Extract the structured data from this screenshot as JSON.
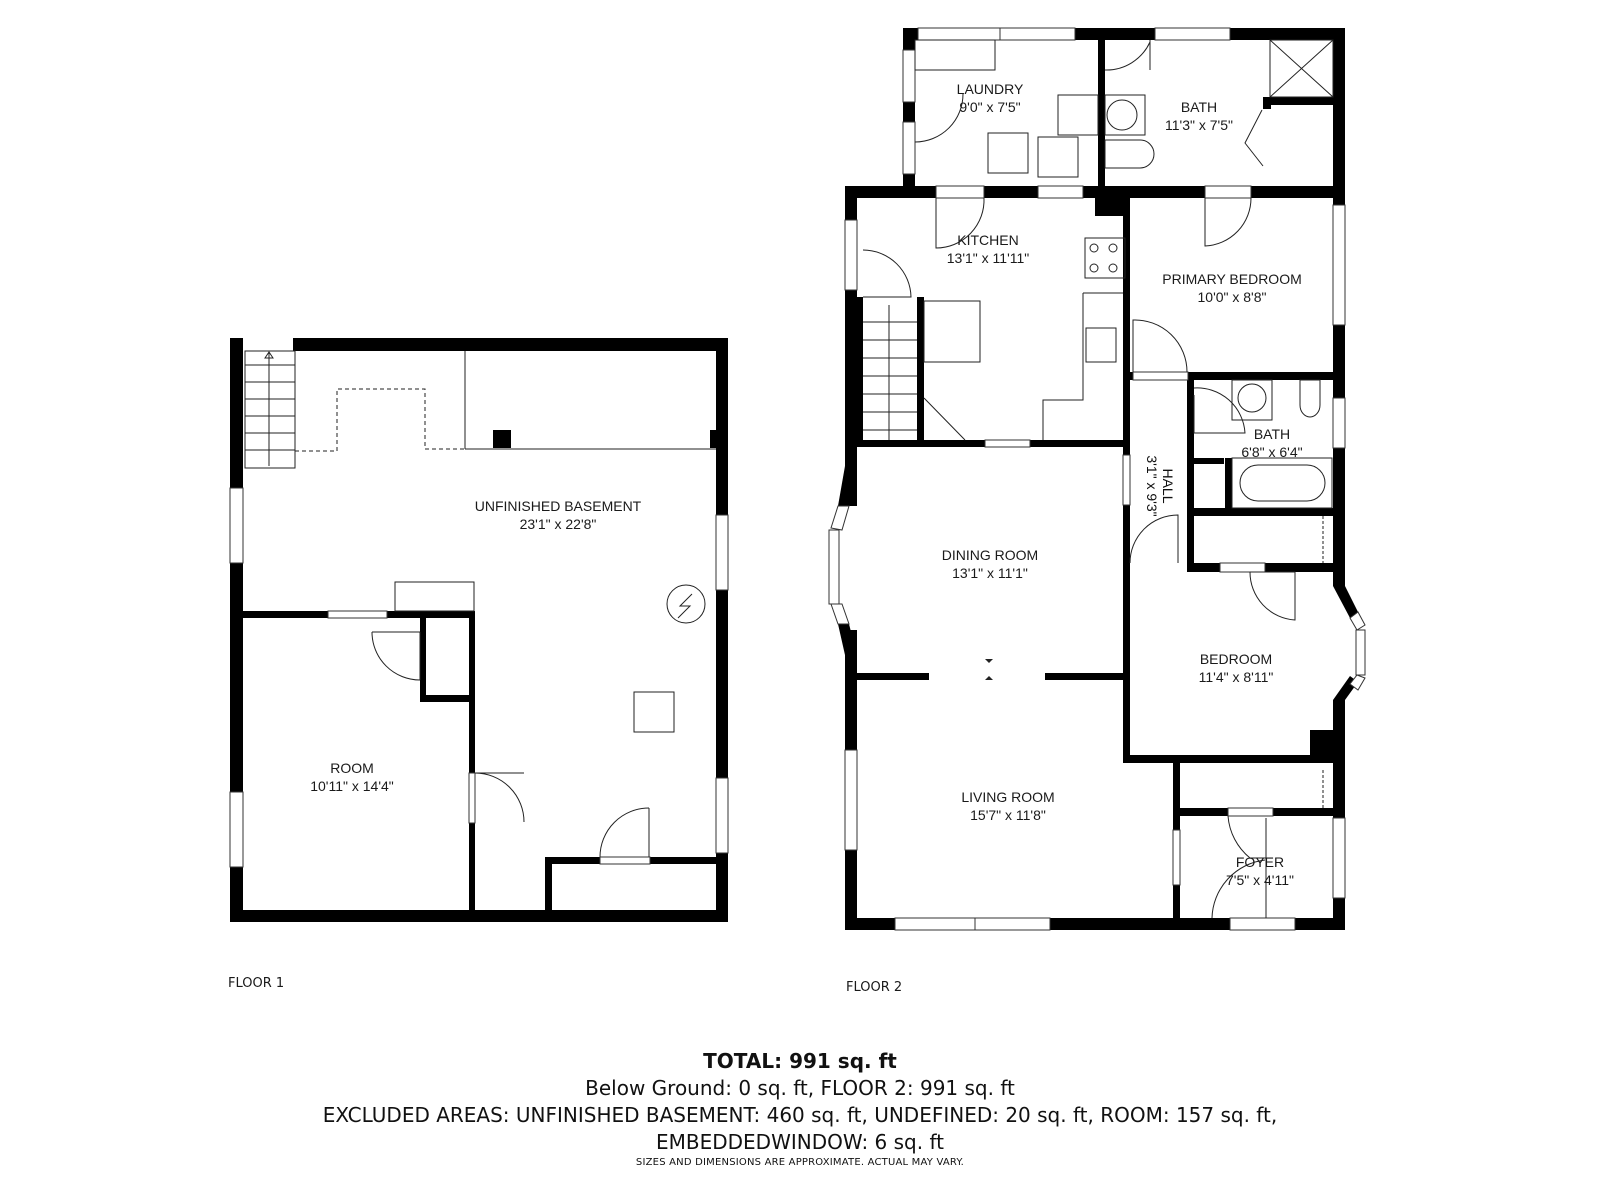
{
  "floors": [
    {
      "label": "FLOOR 1",
      "rooms": [
        {
          "name": "UNFINISHED BASEMENT",
          "dimensions": "23'1\" x 22'8\""
        },
        {
          "name": "ROOM",
          "dimensions": "10'11\" x 14'4\""
        }
      ]
    },
    {
      "label": "FLOOR 2",
      "rooms": [
        {
          "name": "LAUNDRY",
          "dimensions": "9'0\" x 7'5\""
        },
        {
          "name": "BATH",
          "dimensions": "11'3\" x 7'5\""
        },
        {
          "name": "KITCHEN",
          "dimensions": "13'1\" x 11'11\""
        },
        {
          "name": "PRIMARY BEDROOM",
          "dimensions": "10'0\" x 8'8\""
        },
        {
          "name": "BATH",
          "dimensions": "6'8\" x 6'4\""
        },
        {
          "name": "HALL",
          "dimensions": "3'1\" x 9'3\""
        },
        {
          "name": "DINING ROOM",
          "dimensions": "13'1\" x 11'1\""
        },
        {
          "name": "BEDROOM",
          "dimensions": "11'4\" x 8'11\""
        },
        {
          "name": "LIVING ROOM",
          "dimensions": "15'7\" x 11'8\""
        },
        {
          "name": "FOYER",
          "dimensions": "7'5\" x 4'11\""
        }
      ]
    }
  ],
  "summary": {
    "total": "TOTAL: 991 sq. ft",
    "breakdown": "Below Ground: 0 sq. ft, FLOOR 2: 991 sq. ft",
    "excluded_line1": "EXCLUDED AREAS: UNFINISHED BASEMENT: 460 sq. ft, UNDEFINED: 20 sq. ft, ROOM: 157 sq. ft,",
    "excluded_line2": "EMBEDDEDWINDOW: 6 sq. ft",
    "disclaimer": "SIZES AND DIMENSIONS ARE APPROXIMATE. ACTUAL MAY VARY."
  },
  "colors": {
    "wall": "#000000",
    "line": "#222222",
    "background": "#ffffff"
  }
}
